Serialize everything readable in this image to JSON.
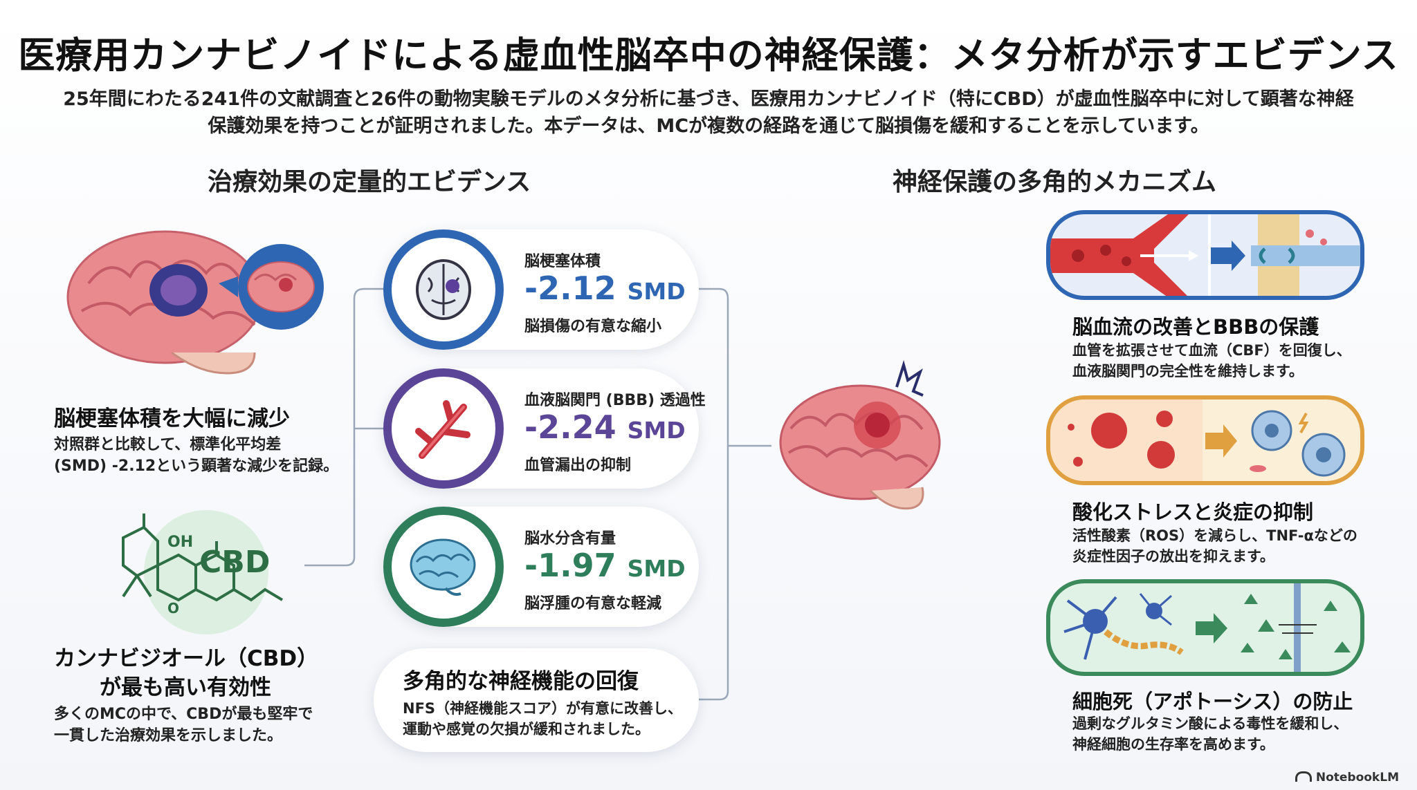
{
  "title": "医療用カンナビノイドによる虚血性脳卒中の神経保護：メタ分析が示すエビデンス",
  "intro": {
    "line1": "25年間にわたる241件の文献調査と26件の動物実験モデルのメタ分析に基づき、医療用カンナビノイド（特にCBD）が虚血性脳卒中に対して顕著な神経",
    "line2": "保護効果を持つことが証明されました。本データは、MCが複数の経路を通じて脳損傷を緩和することを示しています。"
  },
  "sections": {
    "left": "治療効果の定量的エビデンス",
    "right": "神経保護の多角的メカニズム"
  },
  "left": {
    "infarct": {
      "heading": "脳梗塞体積を大幅に減少",
      "line1": "対照群と比較して、標準化平均差",
      "line2": "(SMD) -2.12という顕著な減少を記録。"
    },
    "cbd": {
      "label": "CBD",
      "oh": "OH",
      "o": "O",
      "heading1": "カンナビジオール（CBD）",
      "heading2": "が最も高い有効性",
      "line1": "多くのMCの中で、CBDが最も堅牢で",
      "line2": "一貫した治療効果を示しました。"
    }
  },
  "metrics": [
    {
      "name": "脳梗塞体積",
      "value": "-2.12",
      "unit": "SMD",
      "desc": "脳損傷の有意な縮小",
      "color": "#2f66b3"
    },
    {
      "name": "血液脳関門 (BBB) 透過性",
      "value": "-2.24",
      "unit": "SMD",
      "desc": "血管漏出の抑制",
      "color": "#5b4597"
    },
    {
      "name": "脳水分含有量",
      "value": "-1.97",
      "unit": "SMD",
      "desc": "脳浮腫の有意な軽減",
      "color": "#2e7d5b"
    }
  ],
  "recovery": {
    "heading": "多角的な神経機能の回復",
    "line1": "NFS（神経機能スコア）が有意に改善し、",
    "line2": "運動や感覚の欠損が緩和されました。"
  },
  "mechanisms": [
    {
      "heading": "脳血流の改善とBBBの保護",
      "line1": "血管を拡張させて血流（CBF）を回復し、",
      "line2": "血液脳関門の完全性を維持します。",
      "color": "#2f66b3"
    },
    {
      "heading": "酸化ストレスと炎症の抑制",
      "line1": "活性酸素（ROS）を減らし、TNF-αなどの",
      "line2": "炎症性因子の放出を抑えます。",
      "color": "#e0a040"
    },
    {
      "heading": "細胞死（アポトーシス）の防止",
      "line1": "過剰なグルタミン酸による毒性を緩和し、",
      "line2": "神経細胞の生存率を高めます。",
      "color": "#3b8a5c"
    }
  ],
  "footer": "NotebookLM"
}
